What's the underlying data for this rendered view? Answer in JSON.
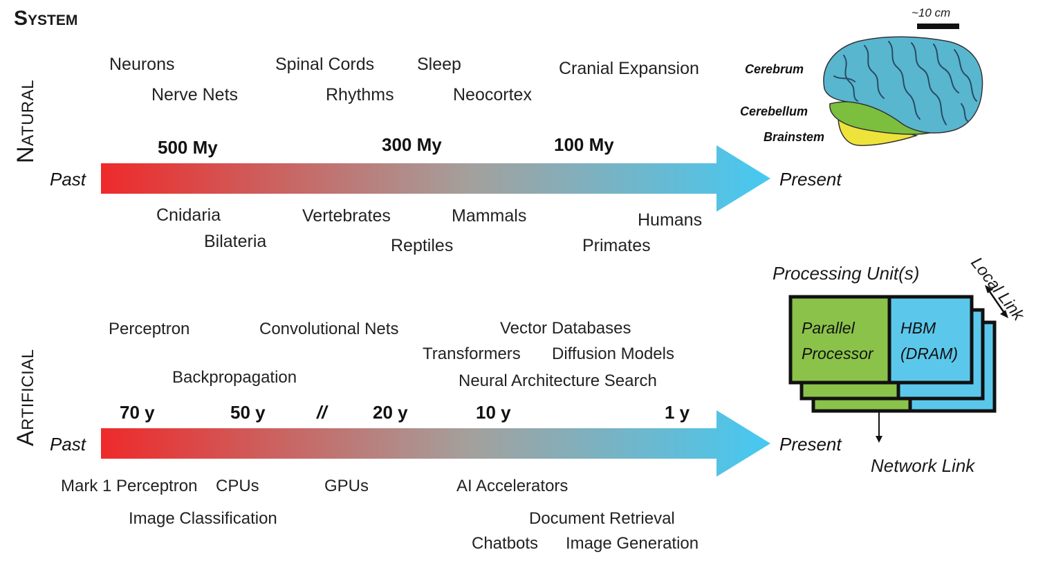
{
  "header": {
    "system": "System",
    "scale": "~10 cm"
  },
  "natural": {
    "row_label": "Natural",
    "past": "Past",
    "present": "Present",
    "ticks": [
      "500 My",
      "300 My",
      "100 My"
    ],
    "above": [
      "Neurons",
      "Nerve Nets",
      "Spinal Cords",
      "Rhythms",
      "Sleep",
      "Neocortex",
      "Cranial Expansion"
    ],
    "below": [
      "Cnidaria",
      "Bilateria",
      "Vertebrates",
      "Reptiles",
      "Mammals",
      "Primates",
      "Humans"
    ],
    "brain": {
      "cerebrum": "Cerebrum",
      "cerebellum": "Cerebellum",
      "brainstem": "Brainstem"
    }
  },
  "artificial": {
    "row_label": "Artificial",
    "past": "Past",
    "present": "Present",
    "ticks": [
      "70 y",
      "50 y",
      "//",
      "20 y",
      "10 y",
      "1 y"
    ],
    "above": [
      "Perceptron",
      "Backpropagation",
      "Convolutional Nets",
      "Vector Databases",
      "Transformers",
      "Diffusion Models",
      "Neural Architecture Search"
    ],
    "below": [
      "Mark 1 Perceptron",
      "CPUs",
      "Image Classification",
      "GPUs",
      "AI Accelerators",
      "Document Retrieval",
      "Chatbots",
      "Image Generation"
    ],
    "hardware": {
      "processing_units": "Processing Unit(s)",
      "local_link": "Local Link",
      "parallel": "Parallel",
      "processor": "Processor",
      "hbm": "HBM",
      "dram": "(DRAM)",
      "network_link": "Network Link"
    }
  },
  "colors": {
    "arrow_start": "#ee2a2a",
    "arrow_mid": "#9fa1a1",
    "arrow_end": "#4cc8f0",
    "processor": "#8bc34a",
    "memory": "#5bc8eb",
    "cerebrum": "#58b6cf",
    "cerebellum": "#7cbf3f",
    "brainstem": "#eee33a"
  }
}
